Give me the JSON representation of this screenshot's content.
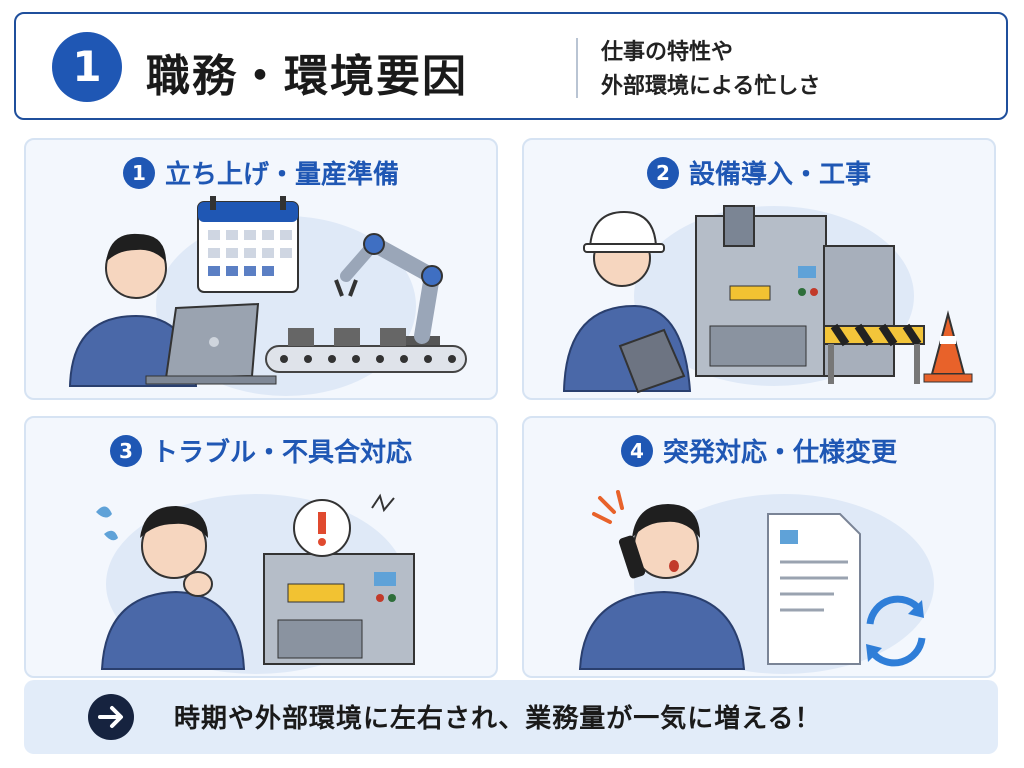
{
  "header": {
    "number": "1",
    "title": "職務・環境要因",
    "subtitle_line1": "仕事の特性や",
    "subtitle_line2": "外部環境による忙しさ"
  },
  "cards": [
    {
      "number": "1",
      "title": "立ち上げ・量産準備",
      "icons": [
        "calendar-icon",
        "laptop-icon",
        "robot-arm-icon",
        "conveyor-icon"
      ]
    },
    {
      "number": "2",
      "title": "設備導入・工事",
      "icons": [
        "hard-hat-icon",
        "clipboard-icon",
        "machine-icon",
        "barrier-icon",
        "traffic-cone-icon"
      ]
    },
    {
      "number": "3",
      "title": "トラブル・不具合対応",
      "icons": [
        "worried-worker-icon",
        "alert-icon",
        "machine-icon"
      ]
    },
    {
      "number": "4",
      "title": "突発対応・仕様変更",
      "icons": [
        "phone-icon",
        "document-icon",
        "refresh-icon"
      ]
    }
  ],
  "footer": {
    "text": "時期や外部環境に左右され、業務量が一気に増える！",
    "icon": "arrow-right-icon"
  },
  "colors": {
    "primary": "#1f57b4",
    "card_bg": "#f3f7fd",
    "footer_bg": "#e2ecf9",
    "uniform": "#4a68a8",
    "cone": "#e8622a"
  }
}
